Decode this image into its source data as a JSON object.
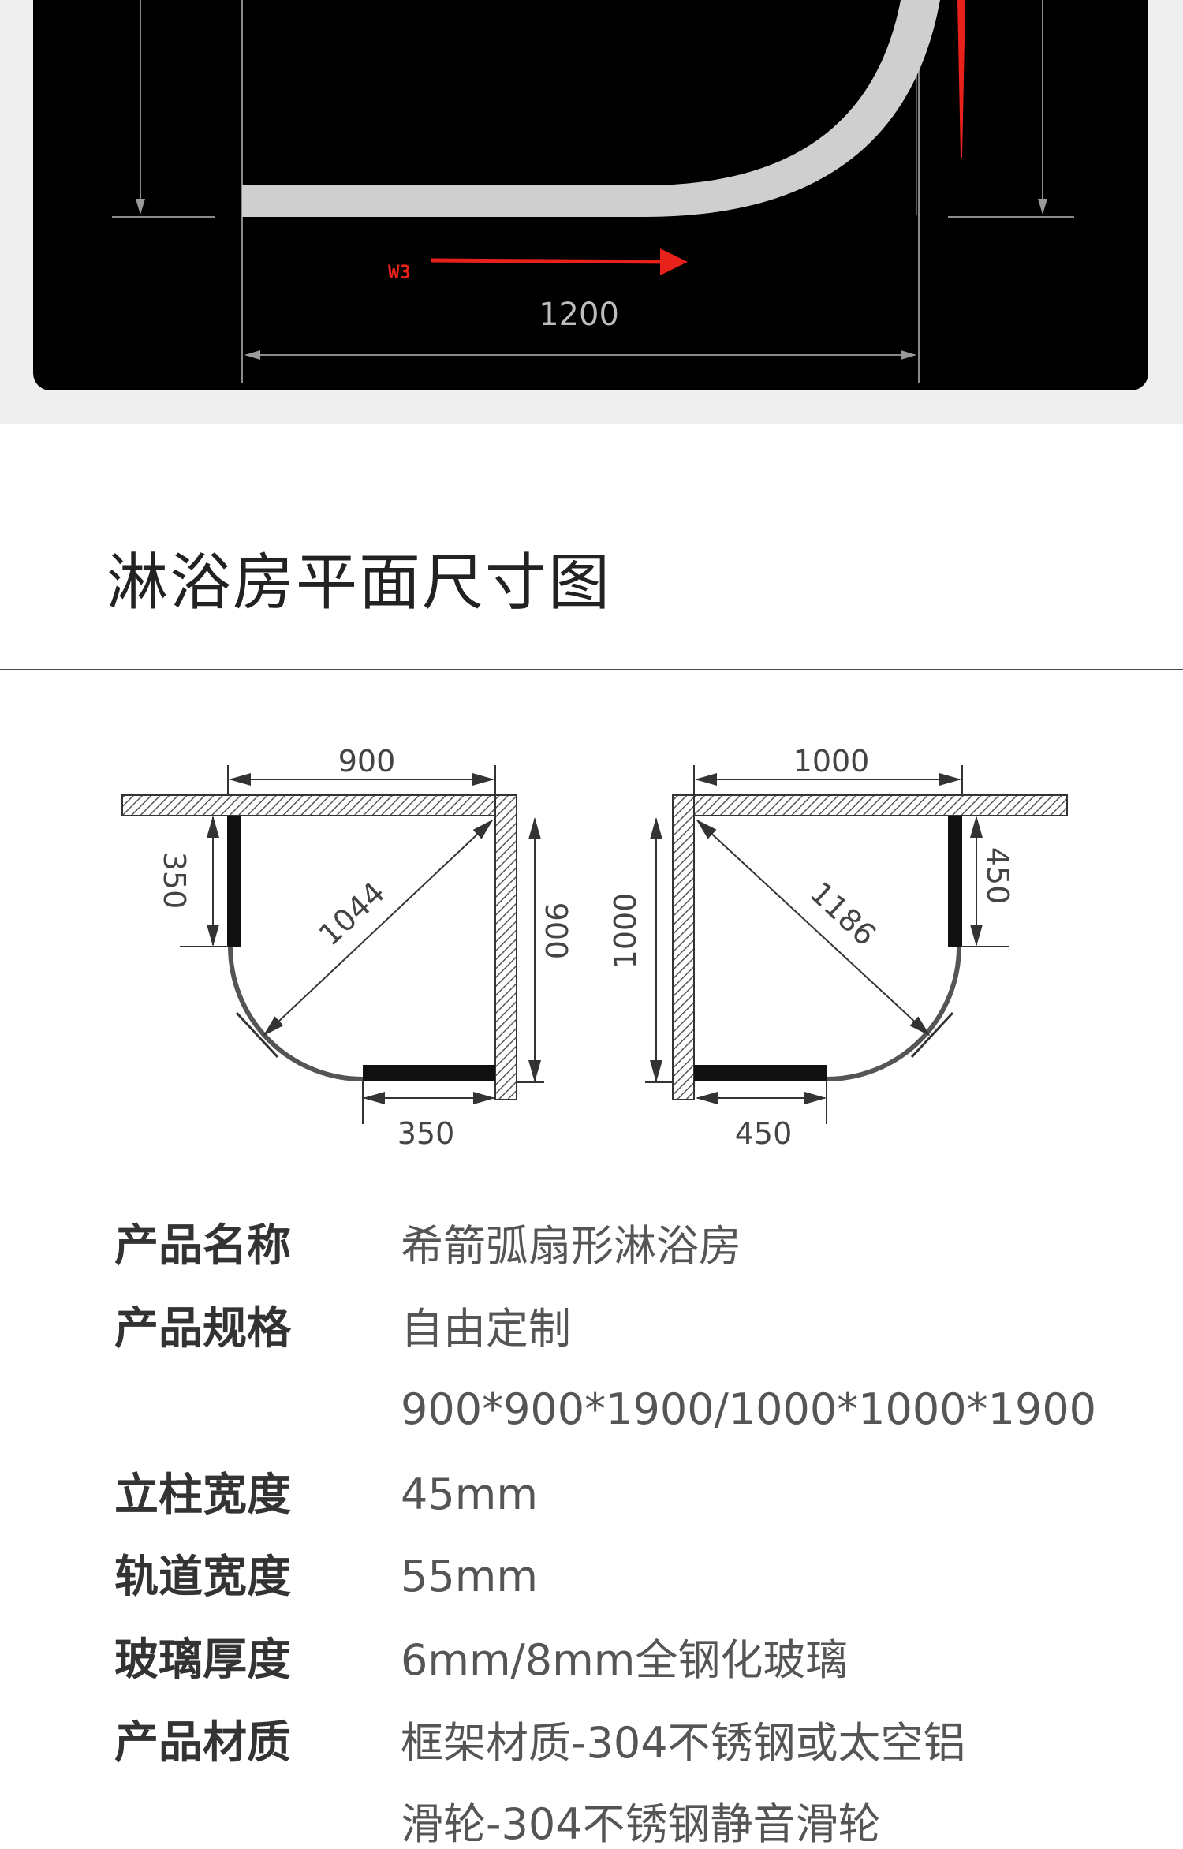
{
  "top_diagram": {
    "arrow_label": "W3",
    "width_dimension": "1200"
  },
  "section": {
    "title": "淋浴房平面尺寸图"
  },
  "plan_left": {
    "top_width": "900",
    "side_height": "900",
    "diagonal": "1044",
    "fixed_panel_side": "350",
    "fixed_panel_bottom": "350"
  },
  "plan_right": {
    "top_width": "1000",
    "side_height": "1000",
    "diagonal": "1186",
    "fixed_panel_side": "450",
    "fixed_panel_bottom": "450"
  },
  "specs": [
    {
      "label": "产品名称",
      "value": "希箭弧扇形淋浴房"
    },
    {
      "label": "产品规格",
      "value": "自由定制"
    },
    {
      "label": "",
      "value": "900*900*1900/1000*1000*1900"
    },
    {
      "label": "立柱宽度",
      "value": "45mm"
    },
    {
      "label": "轨道宽度",
      "value": "55mm"
    },
    {
      "label": "玻璃厚度",
      "value": "6mm/8mm全钢化玻璃"
    },
    {
      "label": "产品材质",
      "value": "框架材质-304不锈钢或太空铝"
    },
    {
      "label": "",
      "value": "滑轮-304不锈钢静音滑轮"
    }
  ],
  "colors": {
    "panel_bg": "#000000",
    "band_bg": "#efefef",
    "arrow_red": "#e8221b",
    "track_gray": "#cfcfcf"
  }
}
